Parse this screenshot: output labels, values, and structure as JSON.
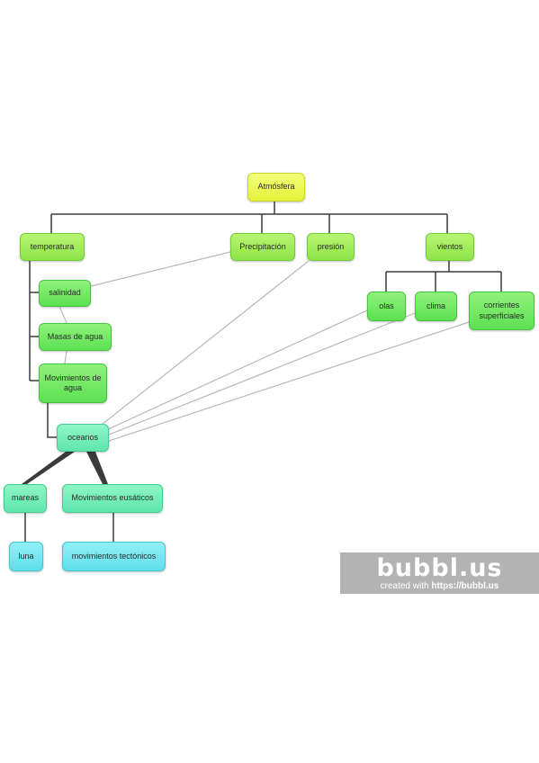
{
  "nodes": {
    "atmosfera": "Atmósfera",
    "temperatura": "temperatura",
    "precipitacion": "Precipitación",
    "presion": "presión",
    "vientos": "vientos",
    "salinidad": "salinidad",
    "masas_de_agua": "Masas de agua",
    "movimientos_de_agua": "Movimientos de agua",
    "olas": "olas",
    "clima": "clima",
    "corrientes_superficiales": "corrientes superficiales",
    "oceanos": "oceanos",
    "mareas": "mareas",
    "movimientos_eusaticos": "Movimientos eusáticos",
    "luna": "luna",
    "movimientos_tectonicos": "movimientos tectónicos"
  },
  "watermark": {
    "logo": "bubbl.us",
    "caption_prefix": "created with",
    "caption_url": "https://bubbl.us"
  },
  "colors": {
    "root": "#e9f545",
    "level1": "#9be856",
    "level2": "#62e158",
    "ocean": "#62e6ae",
    "leaf": "#62dfea",
    "connector_dark": "#3b3b3b",
    "connector_light": "#b8b8b8"
  }
}
